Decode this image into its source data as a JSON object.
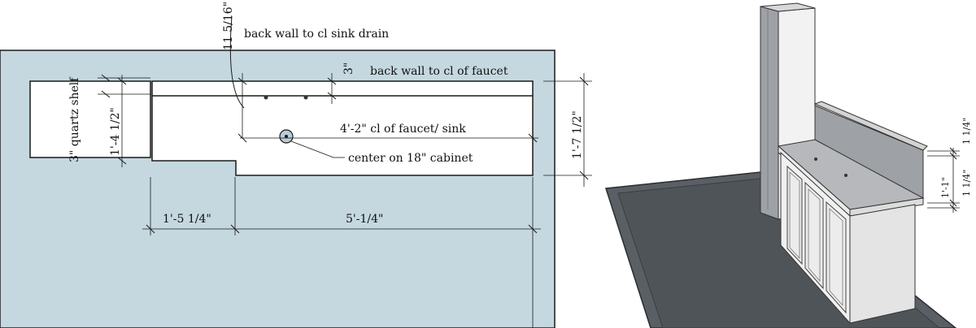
{
  "plan": {
    "labels": {
      "sink_drain_dim": "11 5/16\"",
      "sink_drain_text": "back wall to cl sink drain",
      "faucet_dim": "3\"",
      "faucet_text": "back wall to cl of faucet",
      "shelf_label": "3\" quartz shelf",
      "shelf_depth": "1'-4 1/2\"",
      "counter_len": "4'-2\" cl of faucet/ sink",
      "cabinet_center": "center on 18\" cabinet",
      "counter_depth": "1'-7 1/2\"",
      "left_run": "1'-5 1/4\"",
      "right_run": "5'-1/4\""
    },
    "colors": {
      "floor": "#c5d8e0",
      "outline": "#1a1a1a",
      "counter": "#ffffff"
    }
  },
  "model": {
    "labels": {
      "top_dim": "1 1/4\"",
      "mid_dim": "1'-1\"",
      "bottom_dim": "1 1/4\""
    },
    "colors": {
      "floor": "#5a5f65",
      "wall": "#9ea1a5",
      "cabinet": "#f0f0f0",
      "top": "#b6b8bb"
    }
  }
}
